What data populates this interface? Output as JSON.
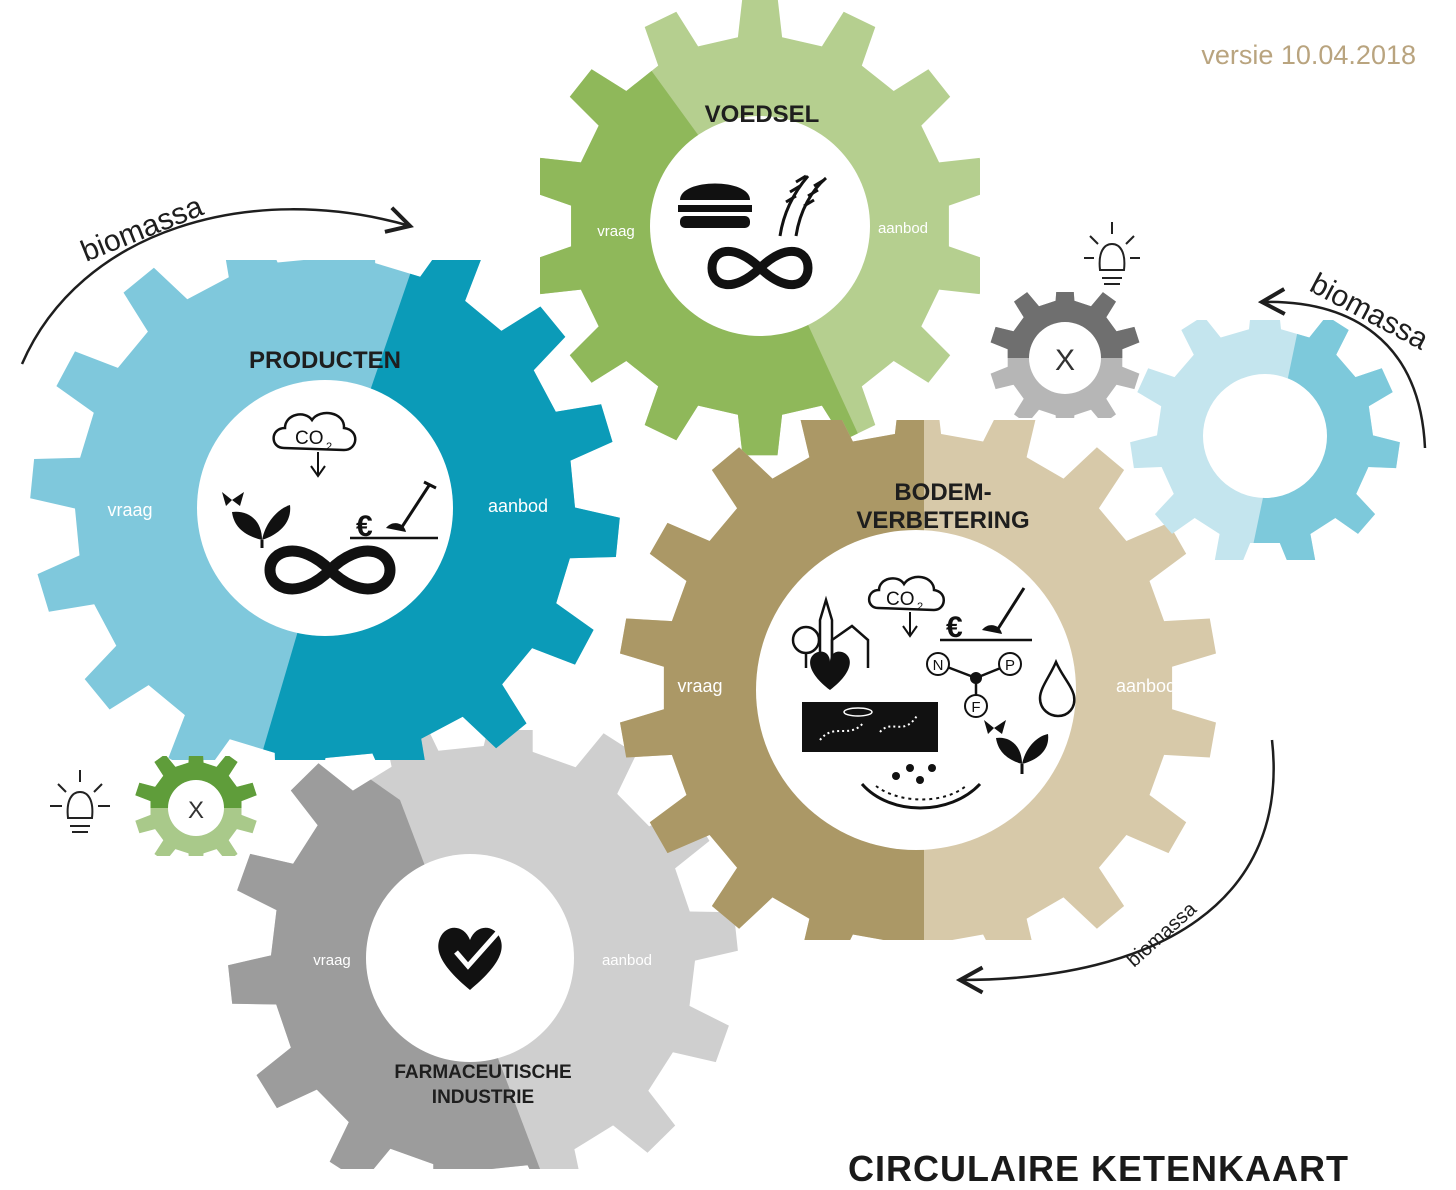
{
  "version": "versie 10.04.2018",
  "title": "CIRCULAIRE KETENKAART",
  "gears": {
    "voedsel": {
      "title": "VOEDSEL",
      "demand": "vraag",
      "supply": "aanbod",
      "icons": [
        "burger-icon",
        "grain-icon",
        "infinity-icon"
      ]
    },
    "producten": {
      "title": "PRODUCTEN",
      "demand": "vraag",
      "supply": "aanbod",
      "icons": [
        "co2-icon",
        "plant-butterfly-icon",
        "euro-shovel-icon",
        "infinity-icon"
      ]
    },
    "bodem": {
      "title_line1": "BODEM-",
      "title_line2": "VERBETERING",
      "demand": "vraag",
      "supply": "aanbod",
      "icons": [
        "village-icon",
        "heart-house-icon",
        "co2-icon",
        "euro-shovel-icon",
        "npk-molecule-icon",
        "water-drop-icon",
        "soil-life-icon",
        "plant-butterfly-icon",
        "rain-bowl-icon"
      ]
    },
    "farma": {
      "title_line1": "FARMACEUTISCHE",
      "title_line2": "INDUSTRIE",
      "demand": "vraag",
      "supply": "aanbod",
      "icons": [
        "heart-check-icon"
      ]
    },
    "small_grey": {
      "label": "X"
    },
    "small_green": {
      "label": "X"
    }
  },
  "flows": [
    "biomassa",
    "biomassa",
    "biomassa"
  ],
  "icon_chars": {
    "euro": "€",
    "co2": "CO",
    "co2_sub": "2",
    "n": "N",
    "p": "P",
    "f": "F"
  },
  "colors": {
    "voedsel_dark": "#8fb85a",
    "voedsel_light": "#b5cf8f",
    "producten_light": "#7fc8dc",
    "producten_dark": "#0b9bb8",
    "bodem_dark": "#ab9866",
    "bodem_light": "#d7c9a9",
    "farma_dark": "#9c9c9c",
    "farma_light": "#cfcfcf",
    "small_grey_dark": "#6f6f6f",
    "small_grey_light": "#b6b6b6",
    "small_green_dark": "#5f9d3a",
    "small_green_light": "#a9c98a",
    "right_blue_light": "#c4e5ee",
    "right_blue_dark": "#7dc9db",
    "version_text": "#b9a47f"
  }
}
